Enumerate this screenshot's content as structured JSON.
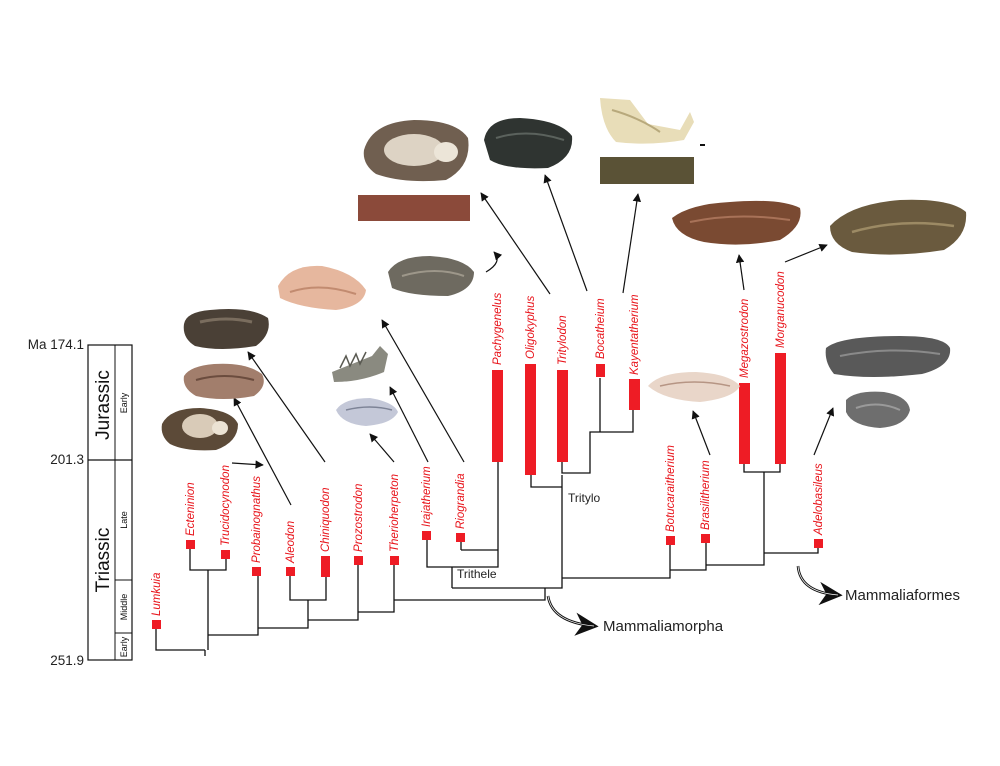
{
  "ages": {
    "top": "Ma 174.1",
    "mid": "201.3",
    "bottom": "251.9"
  },
  "periods": {
    "jurassic": "Jurassic",
    "triassic": "Triassic"
  },
  "epochs": {
    "early_j": "Early",
    "late_t": "Late",
    "middle_t": "Middle",
    "early_t": "Early"
  },
  "taxa": [
    "Lumkuia",
    "Ecteninion",
    "Trucidocynodon",
    "Probainognathus",
    "Aleodon",
    "Chiniquodon",
    "Prozostrodon",
    "Therioherpeton",
    "Irajatherium",
    "Riograndia",
    "Pachygenelus",
    "Oligokyphus",
    "Tritylodon",
    "Bocatheium",
    "Kayentatherium",
    "Botucaraitherium",
    "Brasilitherium",
    "Megazostrodon",
    "Morganucodon",
    "Adelobasileus"
  ],
  "clades": {
    "trithele": "Trithele",
    "tritylo": "Tritylo",
    "mammaliamorpha": "Mammaliamorpha",
    "mammaliaformes": "Mammaliaformes"
  },
  "colors": {
    "bar": "#ee1c25",
    "taxon": "#e8141b",
    "line": "#111111"
  },
  "images": [
    "cynodont-skull",
    "cynodont-skull",
    "cynodont-skull",
    "cynodont-skull",
    "jaw-fossil",
    "skull-fossil",
    "cynodont-skull",
    "tritylodont-skull",
    "tritylodont-skull",
    "jaw-fossil",
    "jaw-fossil",
    "skull-fossil",
    "skull-fossil",
    "skull-fossil",
    "skull-fossil",
    "jaw-fossil",
    "skull-fossil"
  ]
}
